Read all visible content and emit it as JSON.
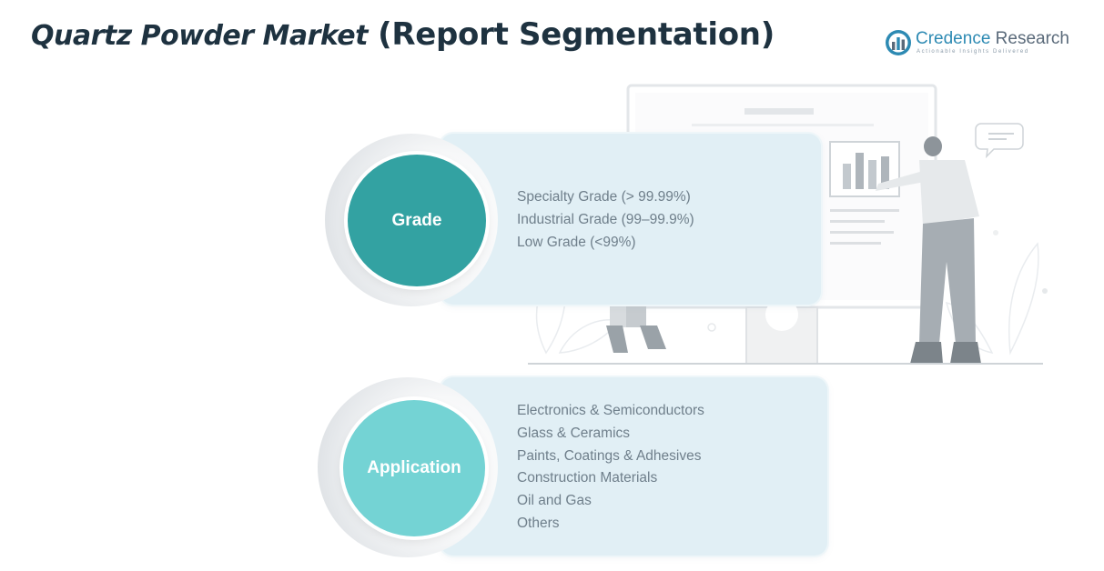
{
  "title": {
    "part1": "Quartz Powder Market",
    "part2": "(Report Segmentation)"
  },
  "logo": {
    "name_part1": "Credence",
    "name_part2": " Research",
    "tagline": "Actionable Insights Delivered",
    "icon": "bar-chart-logo-icon"
  },
  "colors": {
    "grade_circle": "#33a2a2",
    "application_circle": "#74d3d4",
    "panel_bg": "#e1eff5",
    "title_text": "#1e3240",
    "item_text": "#6f7f8b"
  },
  "segments": [
    {
      "label": "Grade",
      "items": [
        "Specialty Grade (> 99.99%)",
        "Industrial Grade (99–99.9%)",
        "Low Grade (<99%)"
      ]
    },
    {
      "label": "Application",
      "items": [
        "Electronics & Semiconductors",
        "Glass & Ceramics",
        "Paints, Coatings & Adhesives",
        "Construction Materials",
        "Oil and Gas",
        "Others"
      ]
    }
  ],
  "illustration": {
    "icon": "person-presenting-chart-illustration"
  }
}
